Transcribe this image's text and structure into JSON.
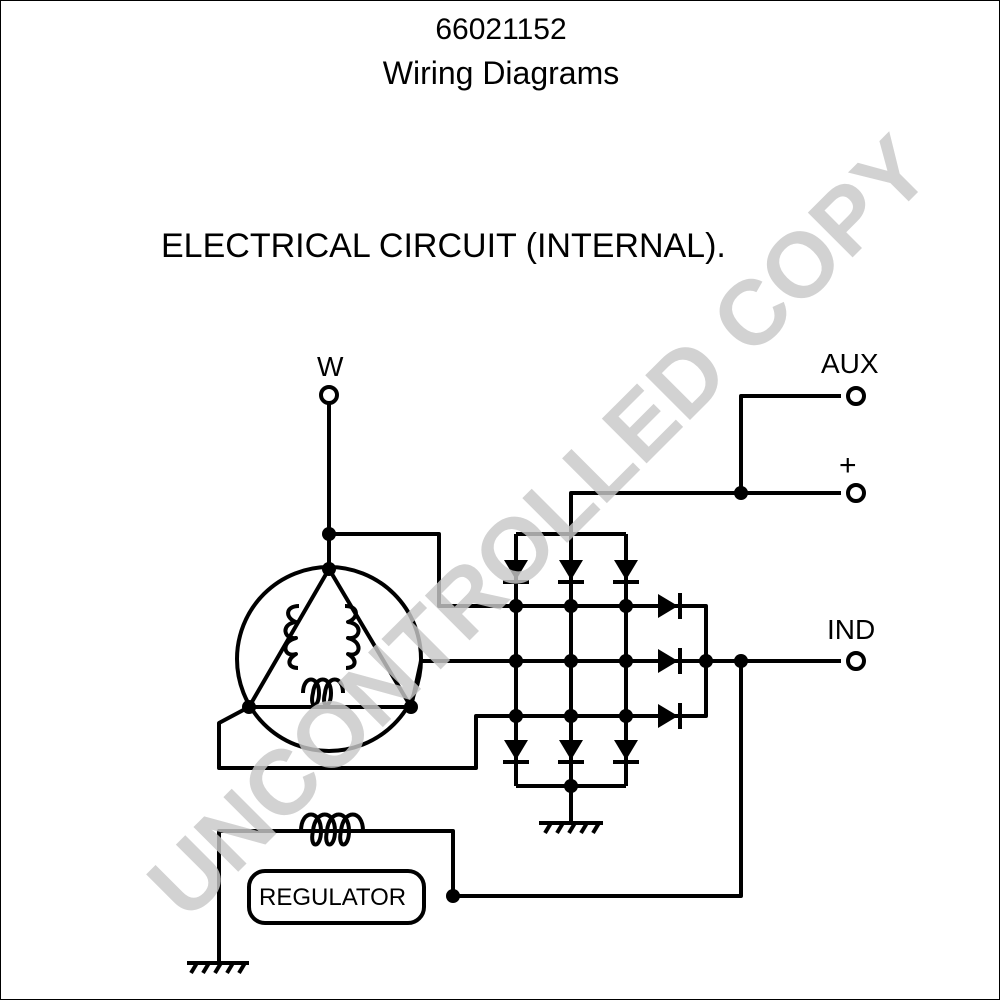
{
  "header": {
    "document_number": "66021152",
    "title": "Wiring Diagrams"
  },
  "diagram": {
    "heading": "ELECTRICAL CIRCUIT (INTERNAL).",
    "terminals": {
      "w": "W",
      "aux": "AUX",
      "plus": "+",
      "ind": "IND"
    },
    "regulator_label": "REGULATOR",
    "watermark": "UNCONTROLLED COPY"
  }
}
